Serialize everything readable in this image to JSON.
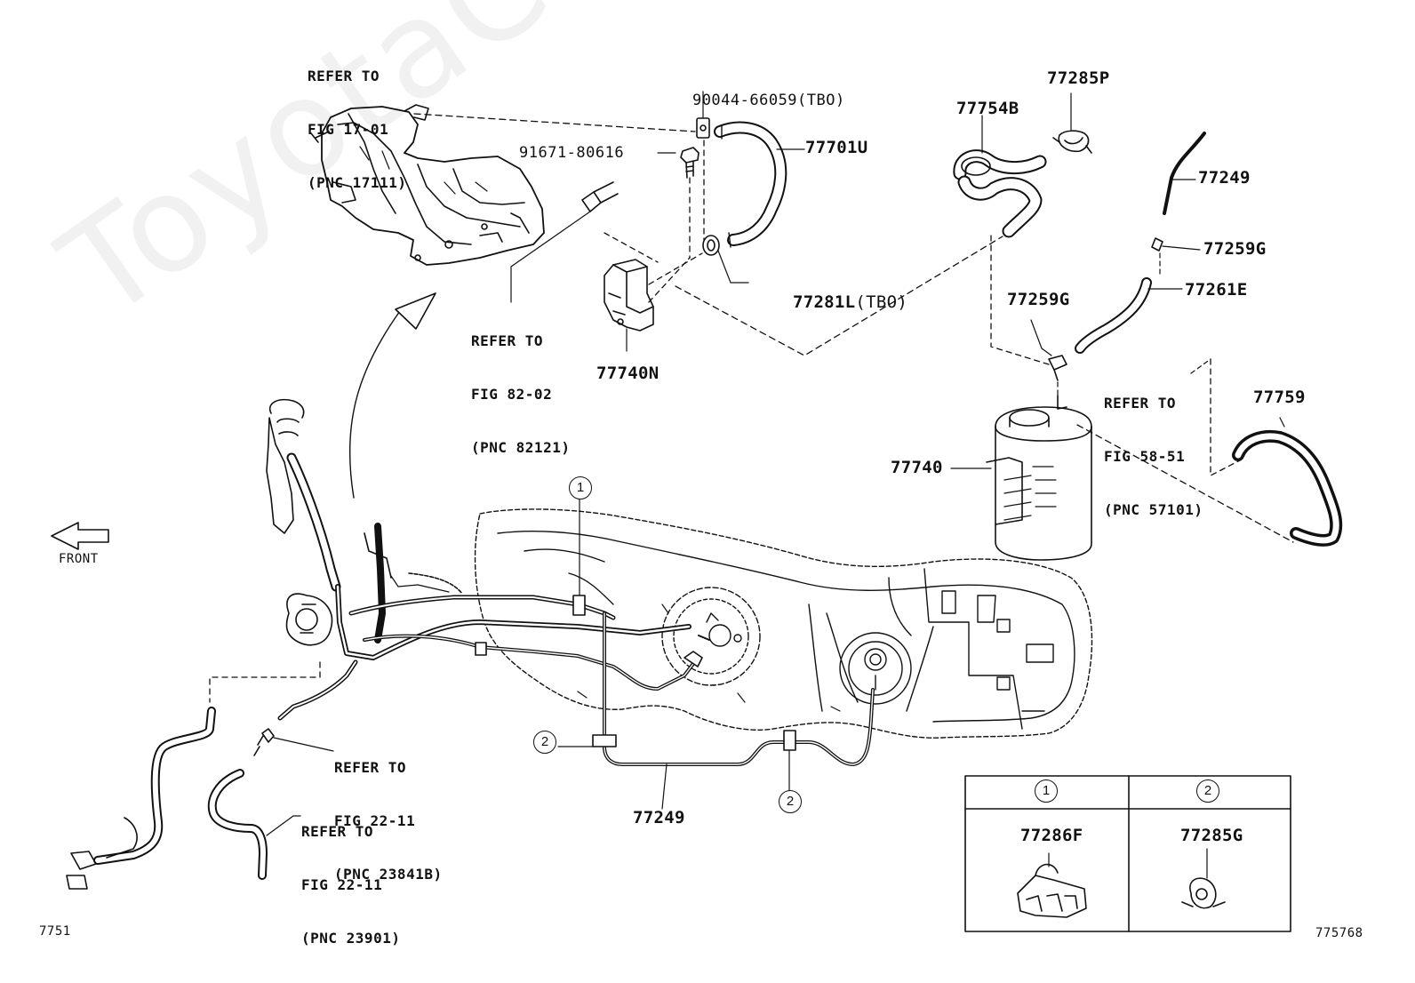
{
  "watermark": "ToyotaCarMine.ru",
  "labels": {
    "ref_17": [
      "REFER TO",
      "FIG 17-01",
      "(PNC 17111)"
    ],
    "ref_82": [
      "REFER TO",
      "FIG 82-02",
      "(PNC 82121)"
    ],
    "ref_58": [
      "REFER TO",
      "FIG 58-51",
      "(PNC 57101)"
    ],
    "ref_22a": [
      "REFER TO",
      "FIG 22-11",
      "(PNC 23841B)"
    ],
    "ref_22b": [
      "REFER TO",
      "FIG 22-11",
      "(PNC 23901)"
    ],
    "p_90044": "90044-66059",
    "tbo1": "(TBO)",
    "p_91671": "91671-80616",
    "p_77701U": "77701U",
    "p_77281L": "77281L",
    "tbo2": "(TBO)",
    "p_77740N": "77740N",
    "p_77754B": "77754B",
    "p_77285P": "77285P",
    "p_77249_top": "77249",
    "p_77259G_right": "77259G",
    "p_77259G_left": "77259G",
    "p_77261E": "77261E",
    "p_77759": "77759",
    "p_77740": "77740",
    "p_77249_bottom": "77249",
    "front": "FRONT",
    "code_left": "7751",
    "code_right": "775768"
  },
  "callouts": {
    "c1_top": "1",
    "c2_left": "2",
    "c2_bottom": "2"
  },
  "legend": {
    "col1_num": "1",
    "col2_num": "2",
    "col1_part": "77286F",
    "col2_part": "77285G"
  }
}
